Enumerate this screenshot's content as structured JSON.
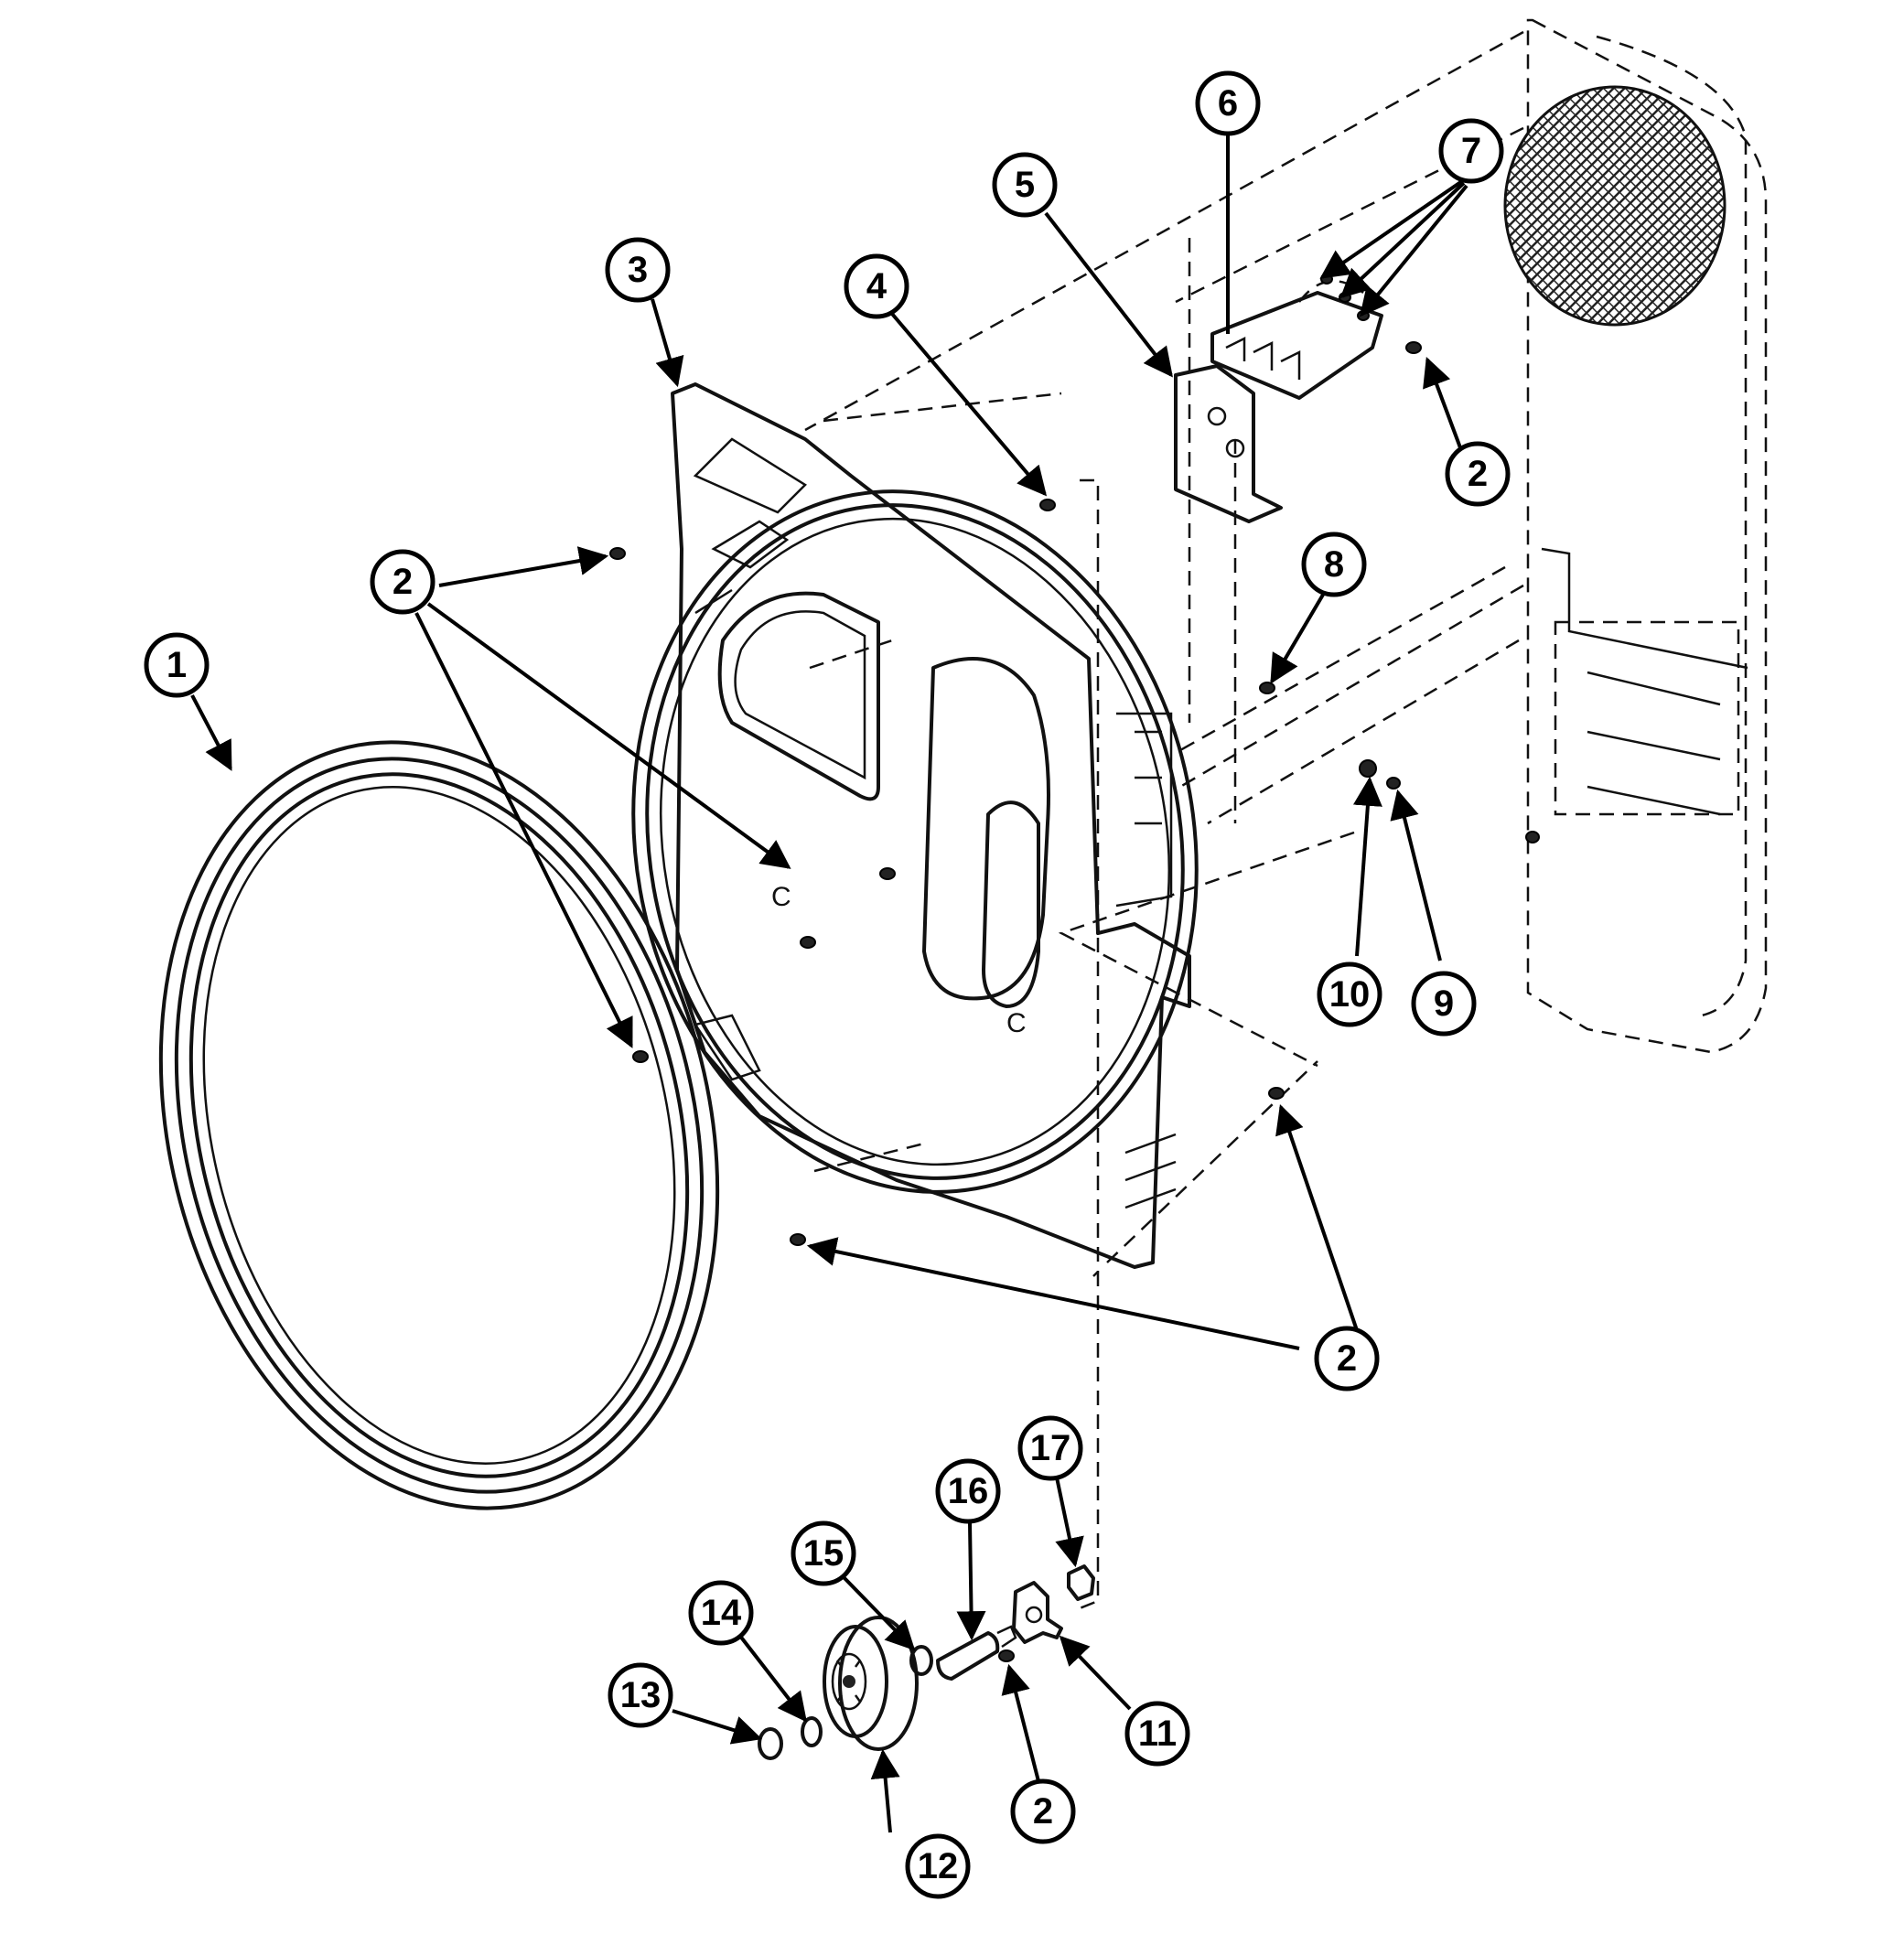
{
  "diagram": {
    "callouts": [
      {
        "id": "c1",
        "label": "1"
      },
      {
        "id": "c2a",
        "label": "2"
      },
      {
        "id": "c2b",
        "label": "2"
      },
      {
        "id": "c2c",
        "label": "2"
      },
      {
        "id": "c2d",
        "label": "2"
      },
      {
        "id": "c3",
        "label": "3"
      },
      {
        "id": "c4",
        "label": "4"
      },
      {
        "id": "c5",
        "label": "5"
      },
      {
        "id": "c6",
        "label": "6"
      },
      {
        "id": "c7",
        "label": "7"
      },
      {
        "id": "c8",
        "label": "8"
      },
      {
        "id": "c9",
        "label": "9"
      },
      {
        "id": "c10",
        "label": "10"
      },
      {
        "id": "c11",
        "label": "11"
      },
      {
        "id": "c12",
        "label": "12"
      },
      {
        "id": "c13",
        "label": "13"
      },
      {
        "id": "c14",
        "label": "14"
      },
      {
        "id": "c15",
        "label": "15"
      },
      {
        "id": "c16",
        "label": "16"
      },
      {
        "id": "c17",
        "label": "17"
      }
    ],
    "panel_marks": [
      "C",
      "C"
    ]
  }
}
